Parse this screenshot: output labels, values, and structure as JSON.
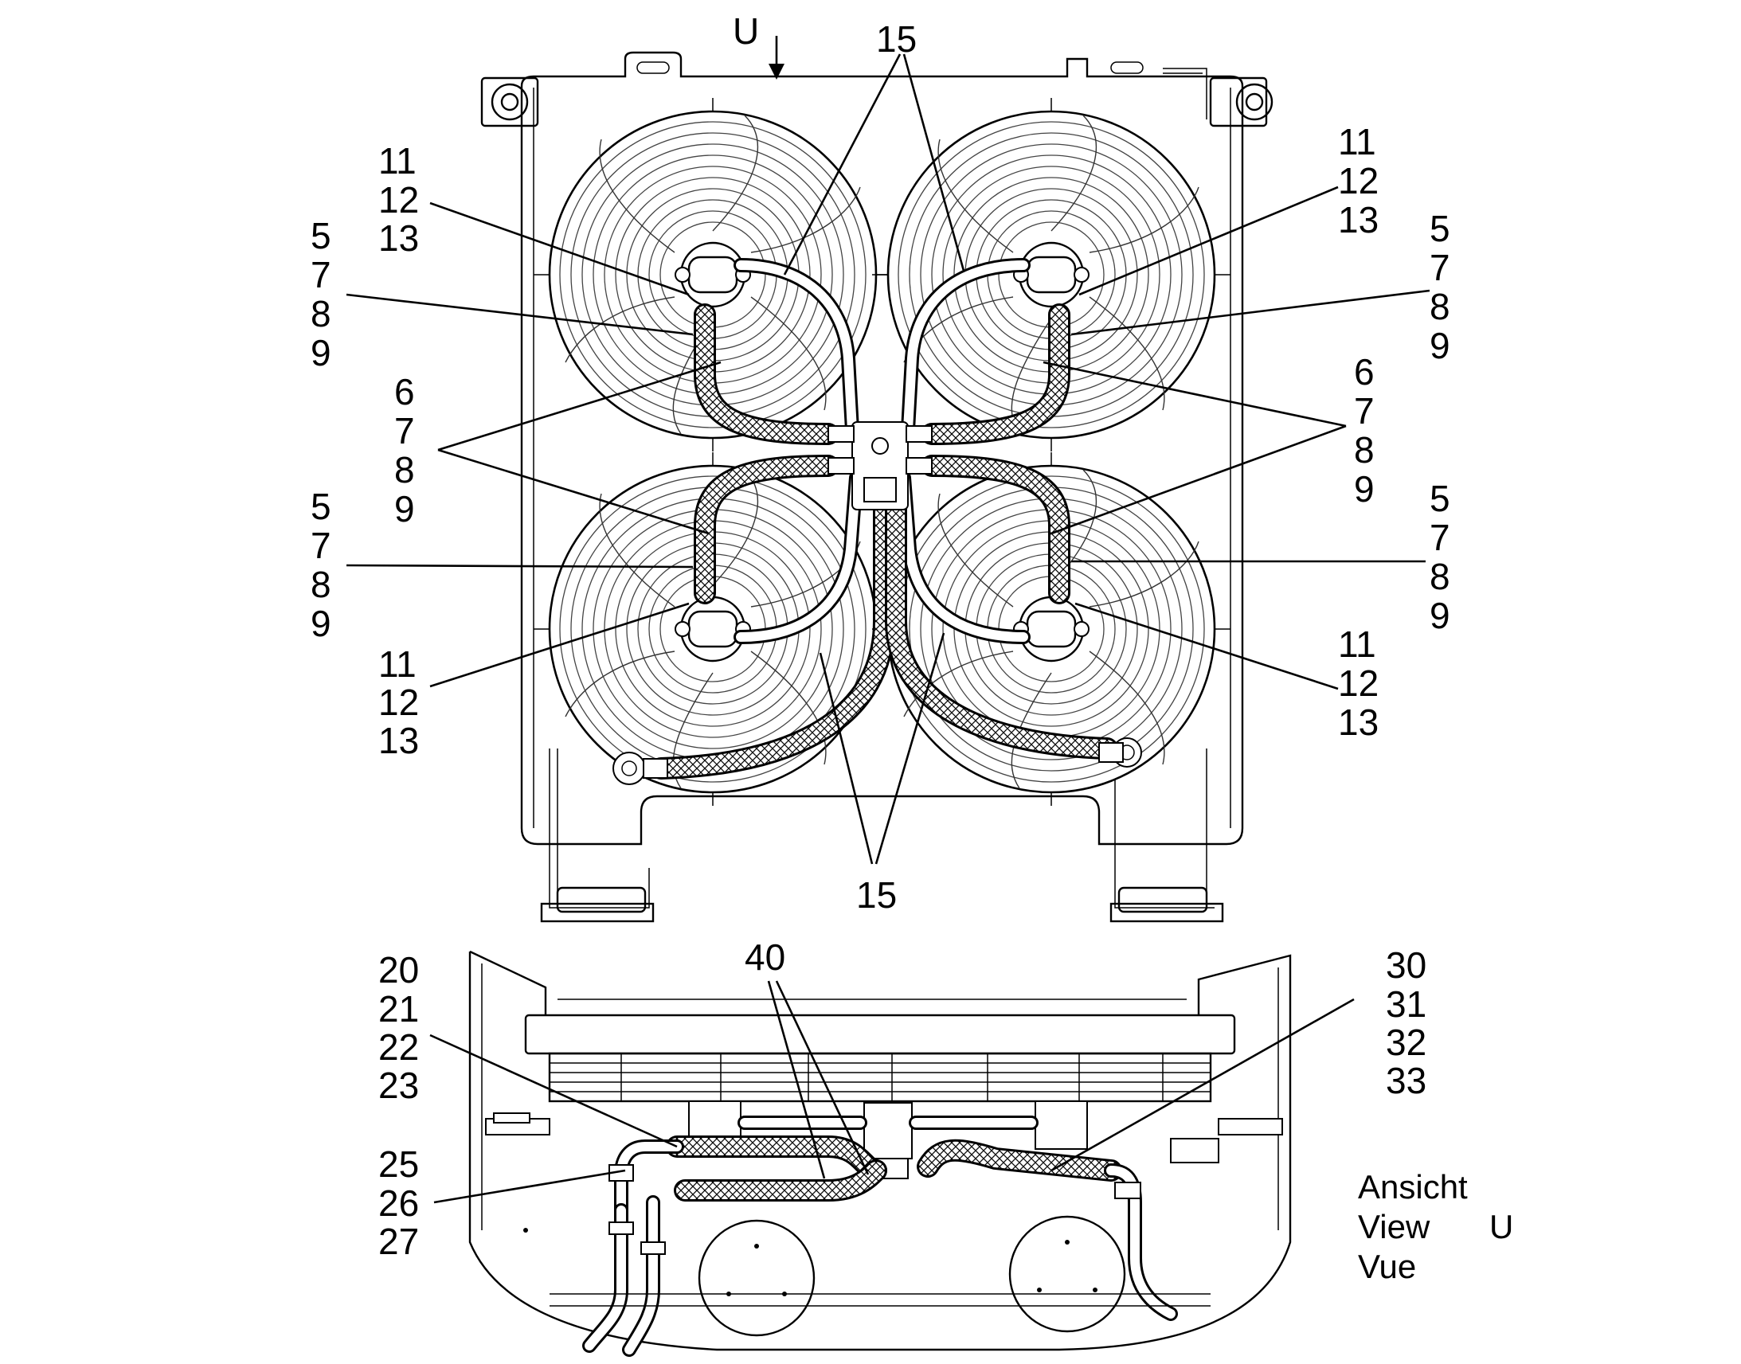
{
  "top_view": {
    "view_marker": "U",
    "callouts": {
      "fitting_15_top": "15",
      "fitting_15_bottom": "15",
      "tl_11": "11",
      "tl_12": "12",
      "tl_13": "13",
      "tl_5": "5",
      "tl_7": "7",
      "tl_8": "8",
      "tl_9": "9",
      "tl_6": "6",
      "tl_6_7": "7",
      "tl_6_8": "8",
      "tl_6_9": "9",
      "bl_5": "5",
      "bl_7": "7",
      "bl_8": "8",
      "bl_9": "9",
      "bl_11": "11",
      "bl_12": "12",
      "bl_13": "13",
      "tr_11": "11",
      "tr_12": "12",
      "tr_13": "13",
      "tr_5": "5",
      "tr_7": "7",
      "tr_8": "8",
      "tr_9": "9",
      "tr_6": "6",
      "tr_6_7": "7",
      "tr_6_8": "8",
      "tr_6_9": "9",
      "br_5": "5",
      "br_7": "7",
      "br_8": "8",
      "br_9": "9",
      "br_11": "11",
      "br_12": "12",
      "br_13": "13"
    }
  },
  "bottom_view": {
    "callouts": {
      "c40": "40",
      "c20": "20",
      "c21": "21",
      "c22": "22",
      "c23": "23",
      "c25": "25",
      "c26": "26",
      "c27": "27",
      "c30": "30",
      "c31": "31",
      "c32": "32",
      "c33": "33"
    },
    "view_caption": {
      "line1": "Ansicht",
      "line2": "View",
      "line2_marker": "U",
      "line3": "Vue"
    }
  }
}
